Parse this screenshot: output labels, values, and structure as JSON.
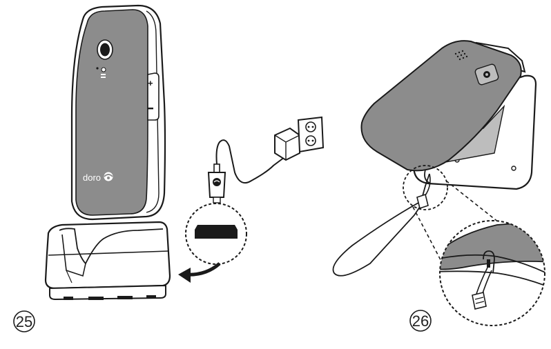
{
  "figures": [
    {
      "step": "25",
      "brand": "doro"
    },
    {
      "step": "26"
    }
  ],
  "colors": {
    "phone_body": "#8c8c8c",
    "phone_trim": "#ffffff",
    "outline": "#1a1a1a",
    "screen_gray": "#bdbdbd"
  },
  "icons": [
    "charging-cradle",
    "phone",
    "usb-plug",
    "power-adapter",
    "wall-socket",
    "lanyard",
    "callout-arrow"
  ]
}
